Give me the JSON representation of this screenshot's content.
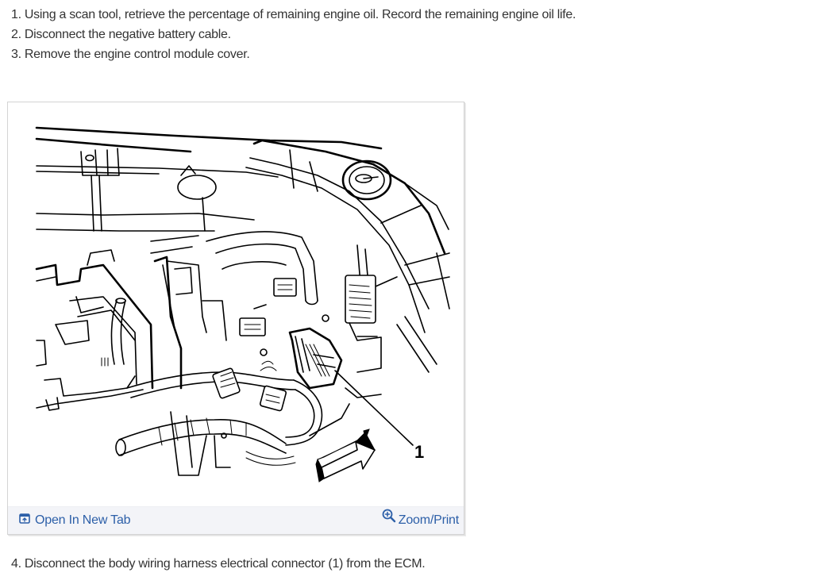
{
  "steps_before": [
    {
      "number": "1.",
      "text": "Using a scan tool, retrieve the percentage of remaining engine oil. Record the remaining engine oil life."
    },
    {
      "number": "2.",
      "text": "Disconnect the negative battery cable."
    },
    {
      "number": "3.",
      "text": "Remove the engine control module cover."
    }
  ],
  "figure": {
    "illustration": "engine-compartment-ecm-connector-line-art",
    "callout_label": "1",
    "footer": {
      "open_new_tab": {
        "label": "Open In New Tab",
        "icon": "open-in-new-tab-icon"
      },
      "zoom_print": {
        "label": "Zoom/Print",
        "icon": "zoom-in-magnifier-icon"
      }
    }
  },
  "steps_after": [
    {
      "number": "4.",
      "text": "Disconnect the body wiring harness electrical connector (1) from the ECM."
    }
  ],
  "colors": {
    "body_text": "#333333",
    "link": "#2c5fa8",
    "footer_bg": "#f3f4f8",
    "frame_border": "#d4d4d4"
  }
}
